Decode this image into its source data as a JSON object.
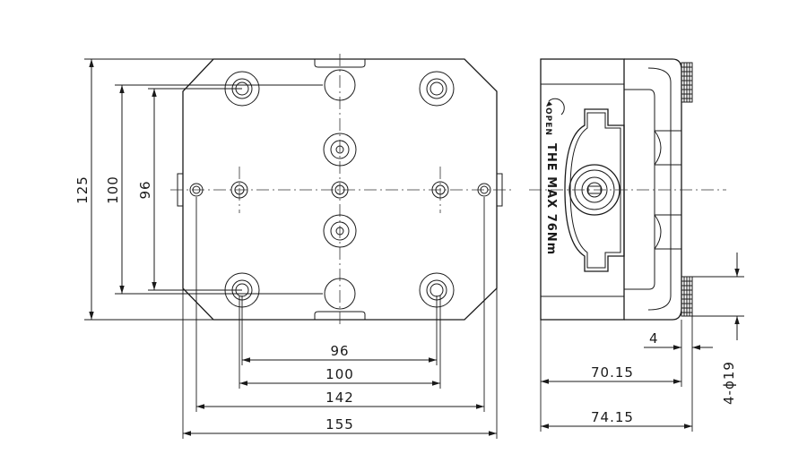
{
  "front_view": {
    "dims": {
      "height_overall": "125",
      "height_outer_holes": "100",
      "height_inner_holes": "96",
      "width_96": "96",
      "width_100": "100",
      "width_142": "142",
      "width_155": "155"
    }
  },
  "side_view": {
    "engraving_open": "OPEN",
    "engraving_brand": "THE MAX 76Nm",
    "dims": {
      "depth_70": "70.15",
      "depth_74": "74.15",
      "pin_len": "4",
      "pin_dia": "4-ϕ19"
    }
  }
}
